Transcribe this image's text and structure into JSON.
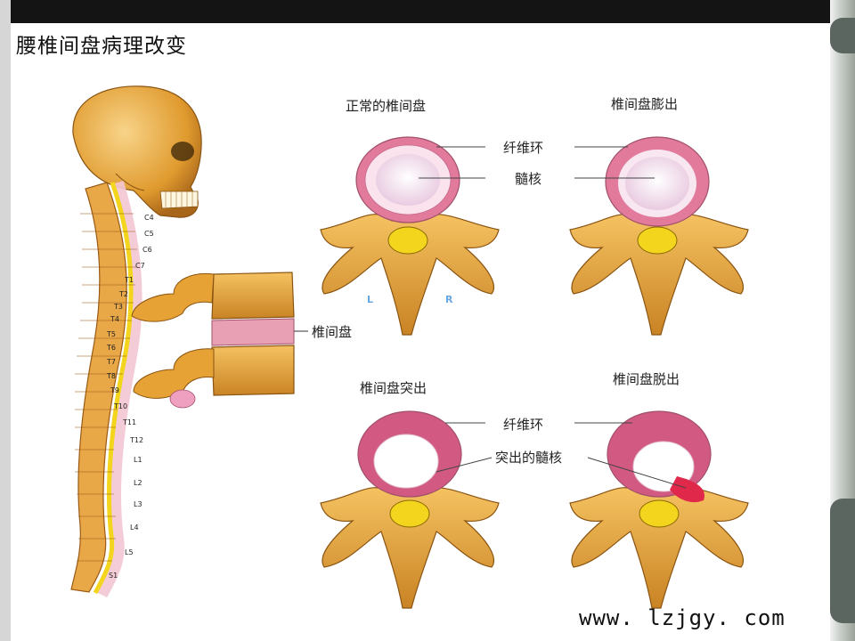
{
  "slide": {
    "title": "腰椎间盘病理改变",
    "watermark": "www. lzjgy. com"
  },
  "spine": {
    "vertebra_labels": [
      "C4",
      "C5",
      "C6",
      "C7",
      "T1",
      "T2",
      "T3",
      "T4",
      "T5",
      "T6",
      "T7",
      "T8",
      "T9",
      "T10",
      "T11",
      "T12",
      "L1",
      "L2",
      "L3",
      "L4",
      "L5",
      "S1"
    ],
    "detail_label": "椎间盘"
  },
  "panels": {
    "normal": {
      "title": "正常的椎间盘",
      "label_ring": "纤维环",
      "label_core": "髓核",
      "side_left": "L",
      "side_right": "R"
    },
    "bulge": {
      "title": "椎间盘膨出"
    },
    "protrusion": {
      "title": "椎间盘突出",
      "label_ring": "纤维环",
      "label_core": "突出的髓核"
    },
    "extrusion": {
      "title": "椎间盘脱出"
    }
  },
  "colors": {
    "bone": "#e6a234",
    "bone_dark": "#b8741c",
    "disc_ring": "#e27a9c",
    "disc_core": "#f3ddec",
    "spinal_cord": "#f2d51c",
    "frame": "#141414"
  }
}
